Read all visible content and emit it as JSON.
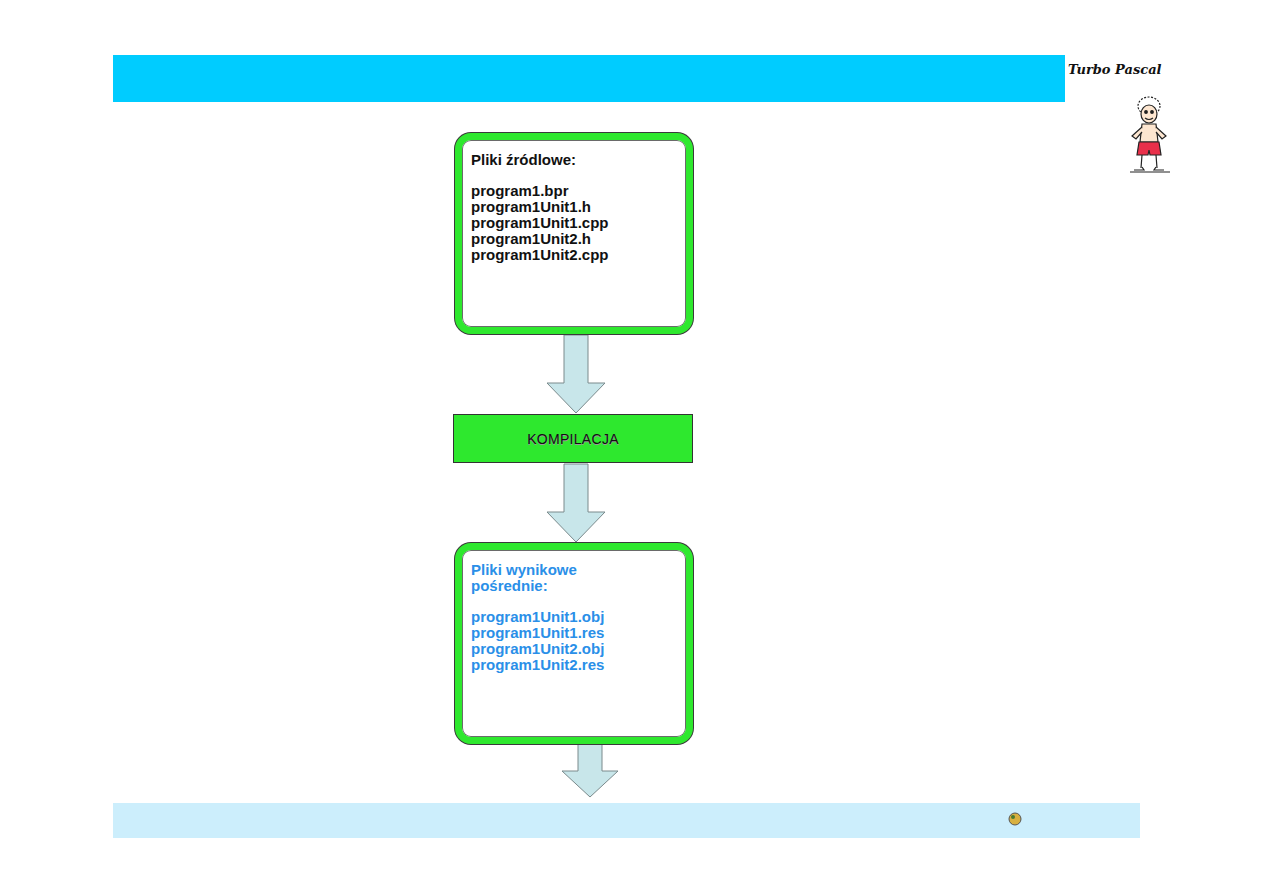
{
  "diagram": {
    "nodes": [
      {
        "text": [
          "Pliki źródlowe:",
          "program1.bpr",
          "program1Unit1.h",
          "program1Unit1.cpp",
          "program1Unit2.h",
          "program1Unit2.cpp"
        ]
      },
      {
        "text": [
          "KOMPILACJA"
        ]
      },
      {
        "text": [
          "Pliki wynikowe pośrednie:",
          "program1Unit1.obj",
          "program1Unit1.res",
          "program1Unit2.obj",
          "program1Unit2.res"
        ]
      }
    ],
    "edges": [
      {
        "from": 0,
        "to": 1,
        "arrow": "to"
      },
      {
        "from": 1,
        "to": 2,
        "arrow": "to"
      }
    ],
    "labels": [
      "Turbo Pascal"
    ]
  }
}
